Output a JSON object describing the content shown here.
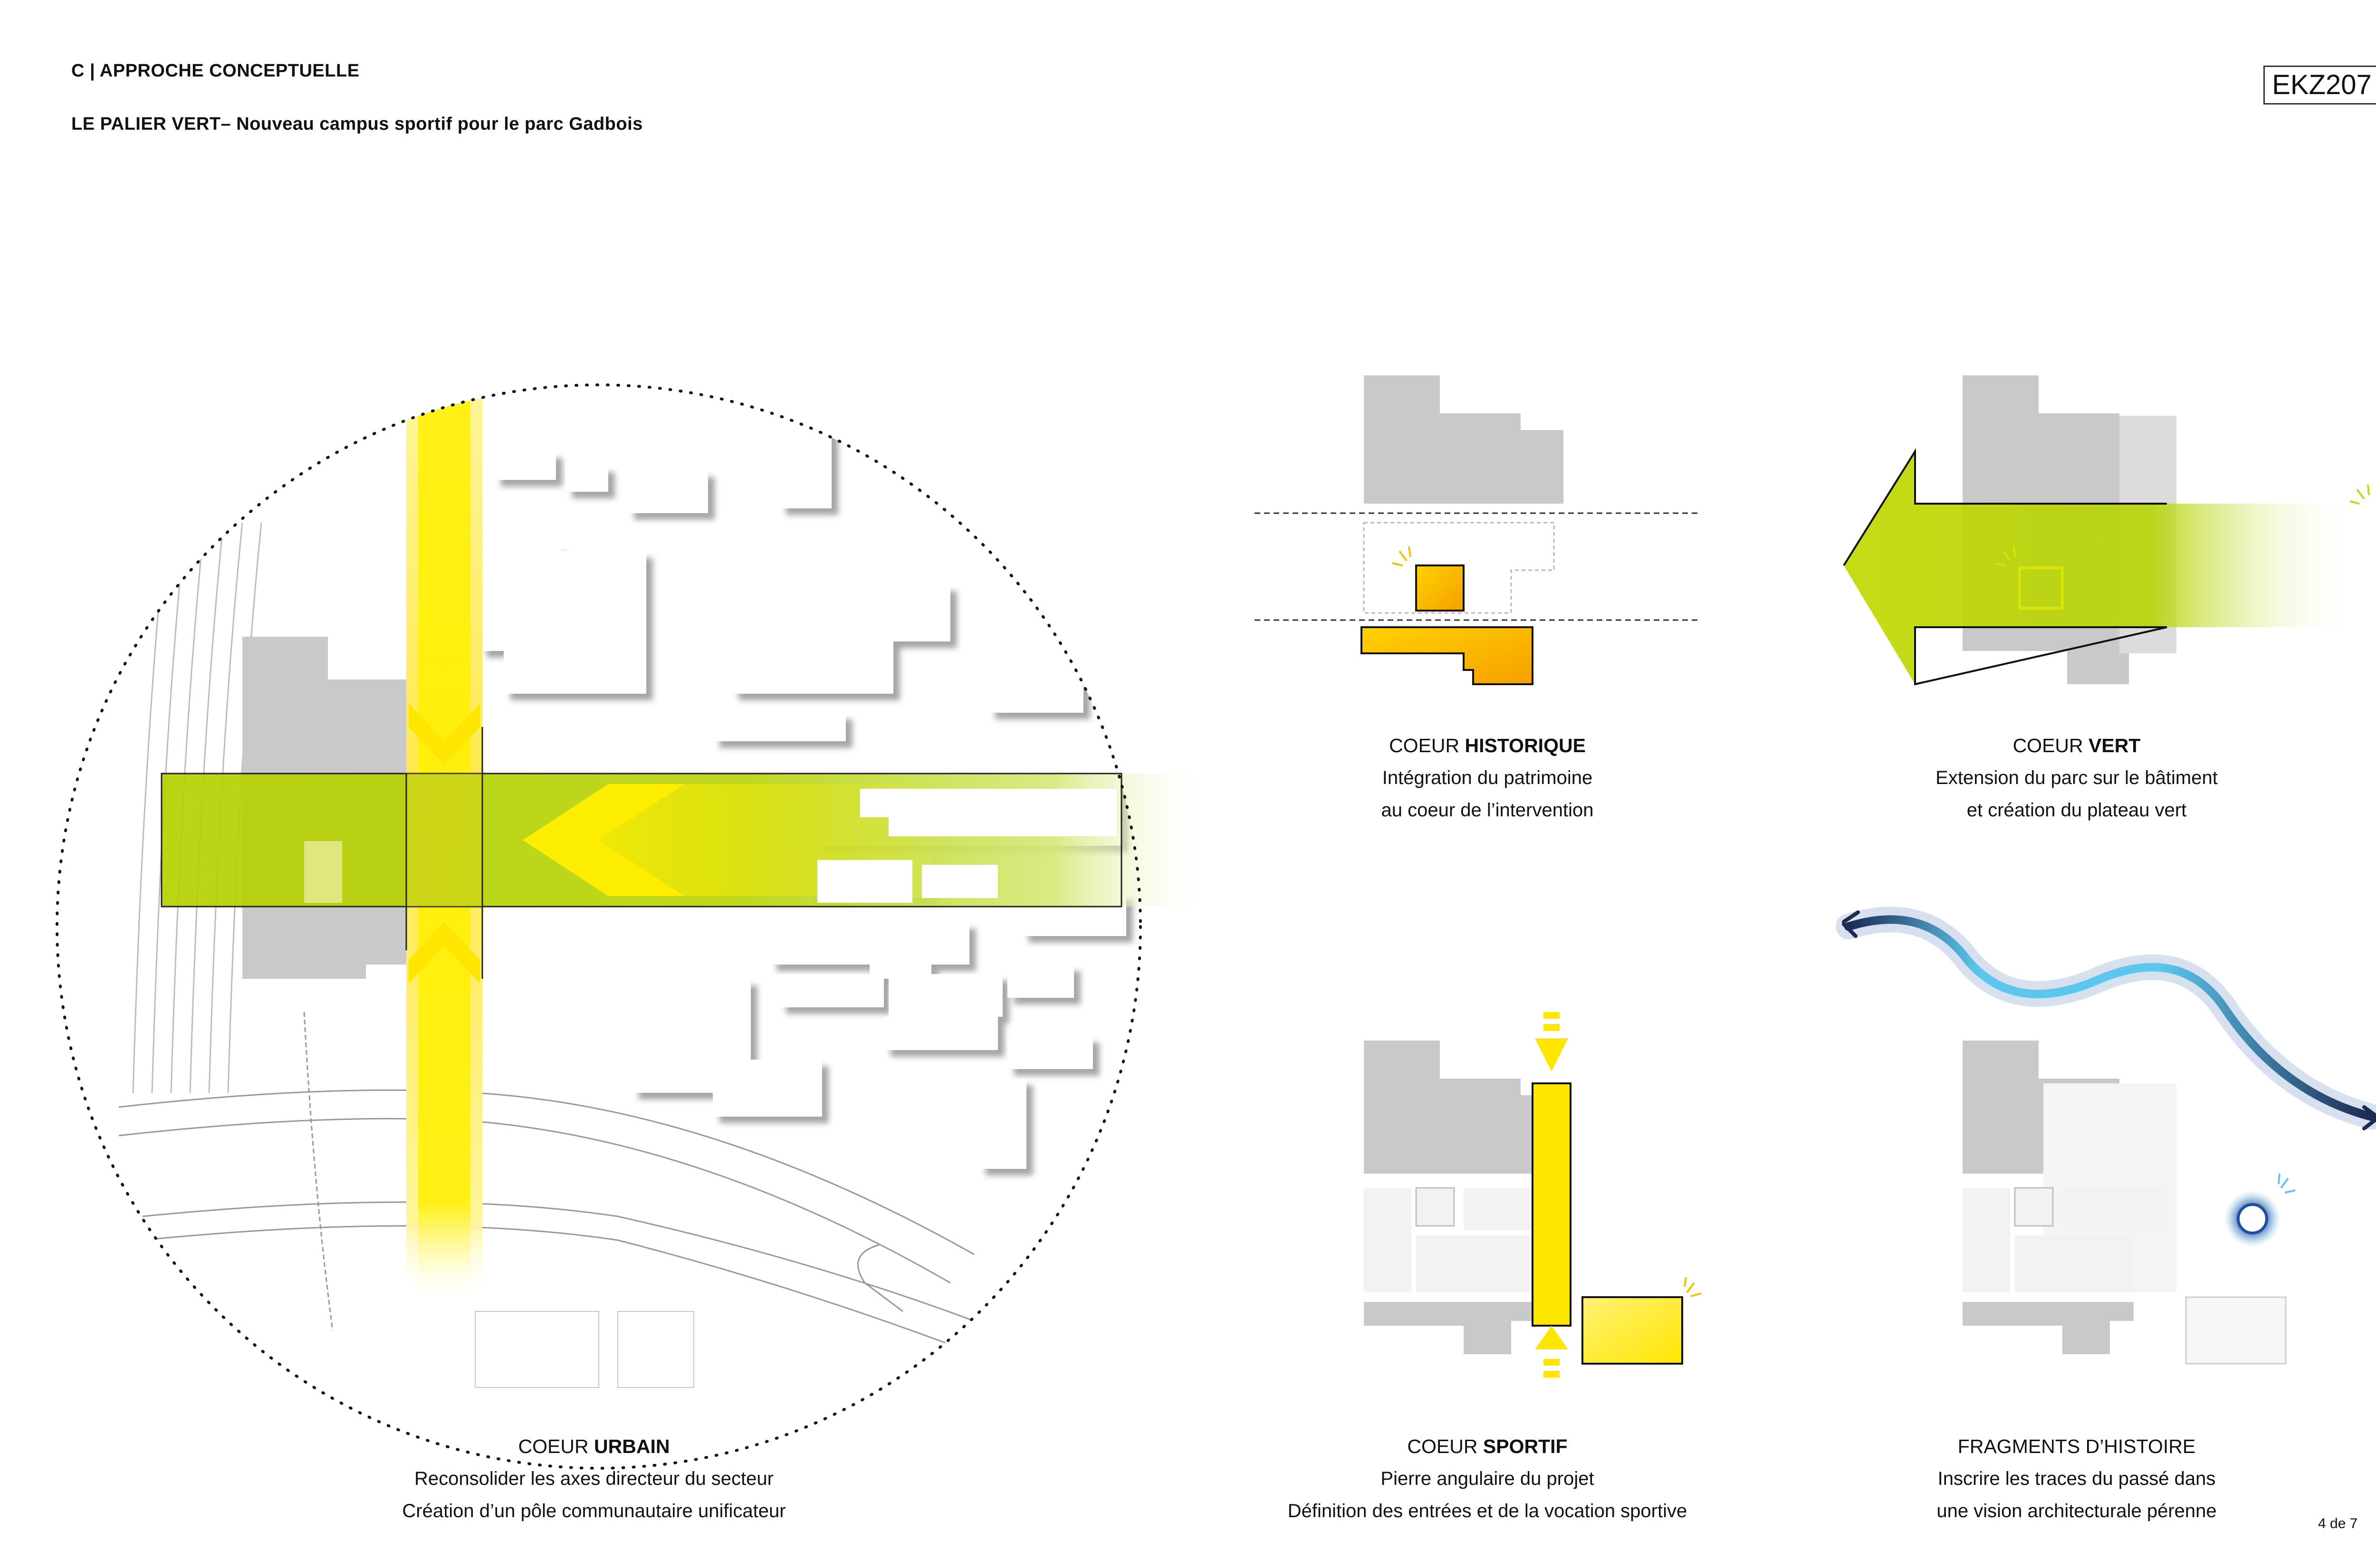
{
  "header": {
    "section_title": "C | APPROCHE CONCEPTUELLE",
    "project_title": "LE PALIER VERT– Nouveau campus sportif pour le parc Gadbois",
    "code": "EKZ207"
  },
  "captions": {
    "urbain": {
      "prefix": "COEUR ",
      "bold": "URBAIN",
      "line1": "Reconsolider les axes directeur du secteur",
      "line2": "Création d’un pôle communautaire unificateur"
    },
    "historique": {
      "prefix": "COEUR ",
      "bold": "HISTORIQUE",
      "line1": "Intégration du patrimoine",
      "line2": "au coeur de l’intervention"
    },
    "vert": {
      "prefix": "COEUR ",
      "bold": "VERT",
      "line1": "Extension du parc sur le bâtiment",
      "line2": "et création du plateau vert"
    },
    "sportif": {
      "prefix": "COEUR ",
      "bold": "SPORTIF",
      "line1": "Pierre angulaire du projet",
      "line2": "Définition des entrées et de la vocation sportive"
    },
    "fragments": {
      "prefix": "FRAGMENTS D’HISTOIRE",
      "bold": "",
      "line1": "Inscrire les traces du passé dans",
      "line2": "une vision architecturale pérenne"
    }
  },
  "footer": {
    "page": "4 de 7"
  },
  "colors": {
    "yellow": "#ffe600",
    "green": "#b8d40a",
    "gray": "#c9c9c9",
    "orange": "#f5a300",
    "blue": "#5cc6ec",
    "navy": "#1d2a52"
  }
}
